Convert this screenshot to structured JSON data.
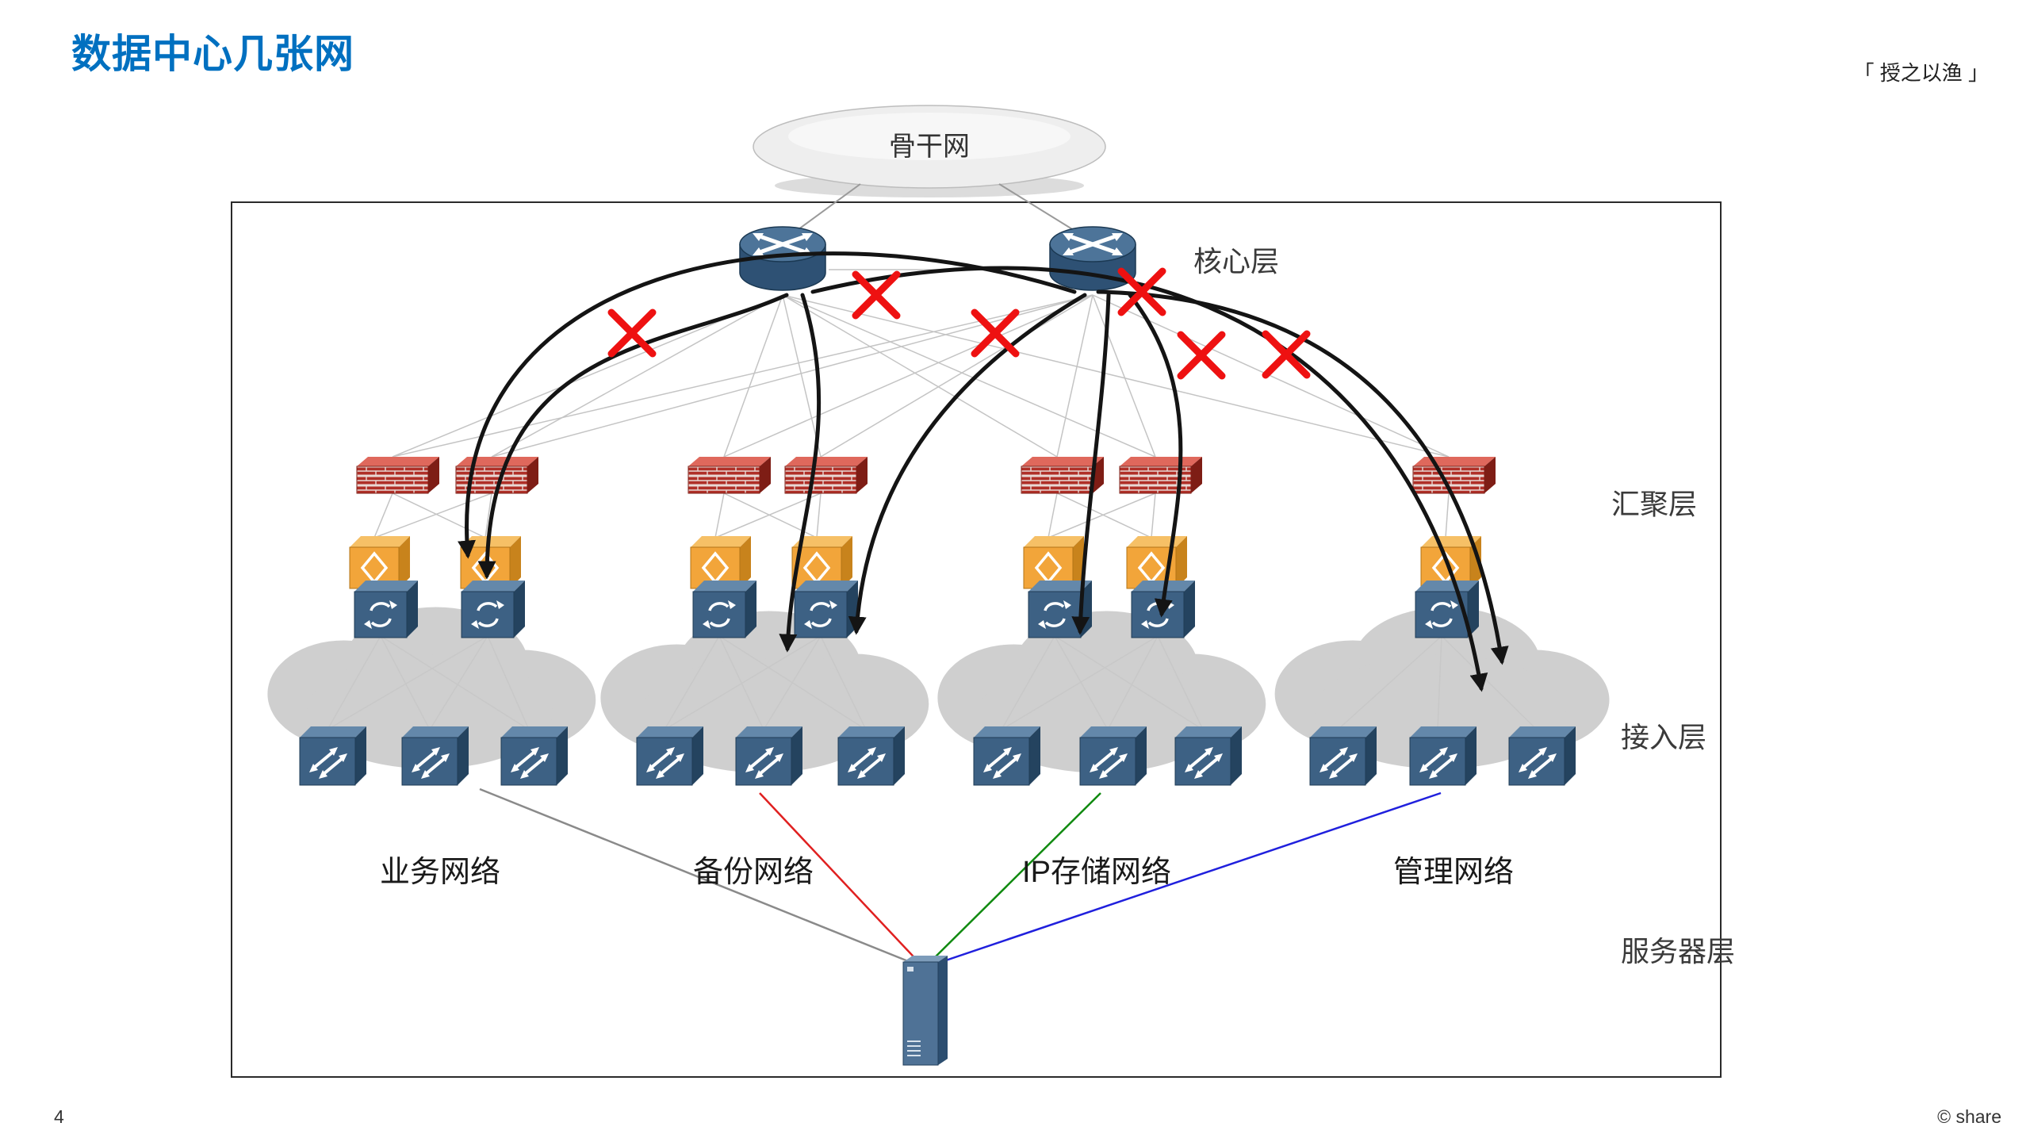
{
  "slide": {
    "title": "数据中心几张网",
    "watermark": "「 授之以渔 」",
    "page_number": "4",
    "footer": "© share"
  },
  "diagram": {
    "backbone": "骨干网",
    "layers": {
      "core": "核心层",
      "aggregation": "汇聚层",
      "access": "接入层",
      "server": "服务器层"
    },
    "networks": {
      "business": "业务网络",
      "backup": "备份网络",
      "storage": "IP存储网络",
      "management": "管理网络"
    },
    "colors": {
      "title_blue": "#0070c0",
      "firewall_red": "#b03028",
      "optimizer_orange": "#f2a53a",
      "switch_blue": "#3d6184",
      "broken_link_x": "#ee1111",
      "business_link": "#8a8a8a",
      "backup_link": "#e02020",
      "storage_link": "#108a10",
      "management_link": "#2020dd"
    }
  }
}
